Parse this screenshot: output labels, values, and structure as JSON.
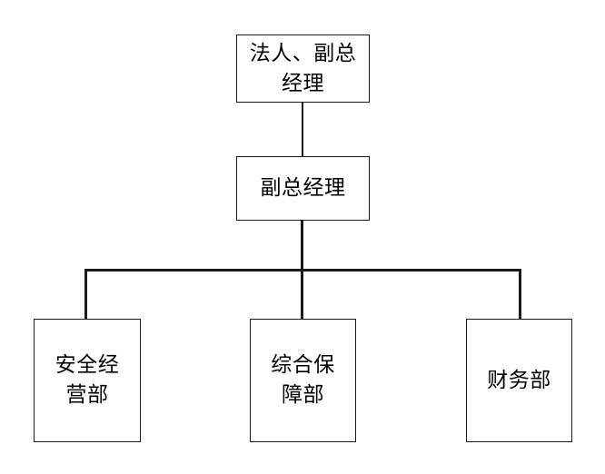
{
  "diagram": {
    "type": "organization-chart",
    "background_color": "#ffffff",
    "line_color": "#1a1a1a",
    "box_fill_color": "#ffffff",
    "text_color": "#000000",
    "nodes": [
      {
        "id": "ceo",
        "label": "法人、副总\n经理",
        "level": 1
      },
      {
        "id": "deputy",
        "label": "副总经理",
        "level": 2
      },
      {
        "id": "safety",
        "label": "安全经\n营部",
        "level": 3
      },
      {
        "id": "support",
        "label": "综合保\n障部",
        "level": 3
      },
      {
        "id": "finance",
        "label": "财务部",
        "level": 3
      }
    ],
    "edges": [
      {
        "id": "ceo-deputy",
        "from": "ceo",
        "to": "deputy"
      },
      {
        "id": "deputy-bus",
        "from": "deputy",
        "to": "bus"
      },
      {
        "id": "bus-safety",
        "from": "bus",
        "to": "safety"
      },
      {
        "id": "bus-support",
        "from": "bus",
        "to": "support"
      },
      {
        "id": "bus-finance",
        "from": "bus",
        "to": "finance"
      }
    ]
  }
}
